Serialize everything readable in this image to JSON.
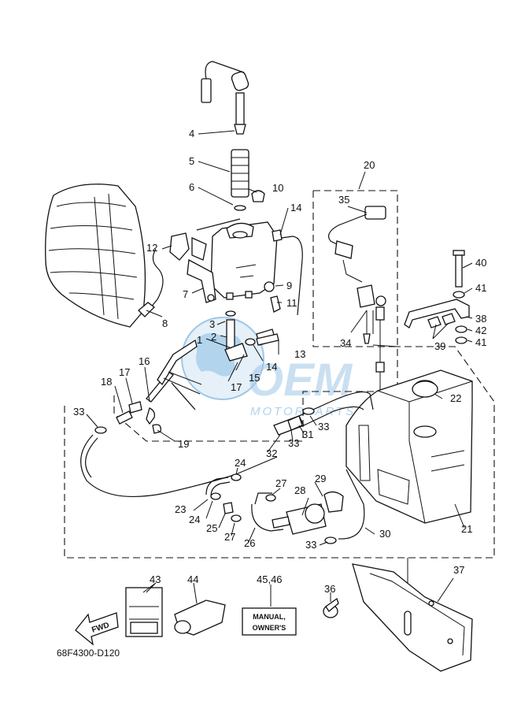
{
  "diagram_code": "68F4300-D120",
  "manual_box_text": [
    "MANUAL,",
    "OWNER'S"
  ],
  "fwd_arrow_text": "FWD",
  "watermark": {
    "brand": "OEM",
    "sub": "MOTORPARTS",
    "color": "#9ec7e8"
  },
  "callouts": [
    {
      "id": "c4",
      "text": "4"
    },
    {
      "id": "c5",
      "text": "5"
    },
    {
      "id": "c6",
      "text": "6"
    },
    {
      "id": "c10",
      "text": "10"
    },
    {
      "id": "c14a",
      "text": "14"
    },
    {
      "id": "c12",
      "text": "12"
    },
    {
      "id": "c7",
      "text": "7"
    },
    {
      "id": "c9",
      "text": "9"
    },
    {
      "id": "c11",
      "text": "11"
    },
    {
      "id": "c8",
      "text": "8"
    },
    {
      "id": "c3",
      "text": "3"
    },
    {
      "id": "c1",
      "text": "1"
    },
    {
      "id": "c2",
      "text": "2"
    },
    {
      "id": "c13",
      "text": "13"
    },
    {
      "id": "c14b",
      "text": "14"
    },
    {
      "id": "c15",
      "text": "15"
    },
    {
      "id": "c16",
      "text": "16"
    },
    {
      "id": "c17a",
      "text": "17"
    },
    {
      "id": "c17b",
      "text": "17"
    },
    {
      "id": "c18",
      "text": "18"
    },
    {
      "id": "c19",
      "text": "19"
    },
    {
      "id": "c20",
      "text": "20"
    },
    {
      "id": "c35",
      "text": "35"
    },
    {
      "id": "c34",
      "text": "34"
    },
    {
      "id": "c40",
      "text": "40"
    },
    {
      "id": "c41a",
      "text": "41"
    },
    {
      "id": "c38",
      "text": "38"
    },
    {
      "id": "c42",
      "text": "42"
    },
    {
      "id": "c41b",
      "text": "41"
    },
    {
      "id": "c39",
      "text": "39"
    },
    {
      "id": "c22",
      "text": "22"
    },
    {
      "id": "c33a",
      "text": "33"
    },
    {
      "id": "c33b",
      "text": "33"
    },
    {
      "id": "c31",
      "text": "31"
    },
    {
      "id": "c33c",
      "text": "33"
    },
    {
      "id": "c32",
      "text": "32"
    },
    {
      "id": "c24a",
      "text": "24"
    },
    {
      "id": "c27a",
      "text": "27"
    },
    {
      "id": "c29",
      "text": "29"
    },
    {
      "id": "c28",
      "text": "28"
    },
    {
      "id": "c23",
      "text": "23"
    },
    {
      "id": "c24b",
      "text": "24"
    },
    {
      "id": "c25",
      "text": "25"
    },
    {
      "id": "c27b",
      "text": "27"
    },
    {
      "id": "c26",
      "text": "26"
    },
    {
      "id": "c33d",
      "text": "33"
    },
    {
      "id": "c30",
      "text": "30"
    },
    {
      "id": "c21",
      "text": "21"
    },
    {
      "id": "c37",
      "text": "37"
    },
    {
      "id": "c43",
      "text": "43"
    },
    {
      "id": "c44",
      "text": "44"
    },
    {
      "id": "c4546",
      "text": "45,46"
    },
    {
      "id": "c36",
      "text": "36"
    }
  ]
}
